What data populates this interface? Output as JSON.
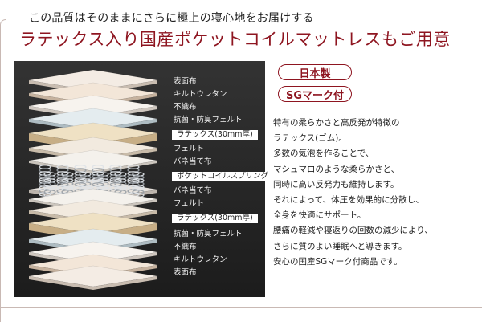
{
  "tagline": "この品質はそのままにさらに極上の寝心地をお届けする",
  "headline": "ラテックス入り国産ポケットコイルマットレスもご用意",
  "badges": [
    "日本製",
    "SGマーク付"
  ],
  "layers": [
    "表面布",
    "キルトウレタン",
    "不織布",
    "抗菌・防臭フェルト",
    "ラテックス(30mm厚)",
    "フェルト",
    "バネ当て布",
    "ポケットコイルスプリング",
    "バネ当て布",
    "フェルト",
    "ラテックス(30mm厚)",
    "抗菌・防臭フェルト",
    "不織布",
    "キルトウレタン",
    "表面布"
  ],
  "description": [
    "特有の柔らかさと高反発が特徴の",
    "ラテックス(ゴム)。",
    "多数の気泡を作ることで、",
    "マシュマロのような柔らかさと、",
    "同時に高い反発力も維持します。",
    "それによって、体圧を効果的に分散し、",
    "全身を快適にサポート。",
    "腰痛の軽減や寝返りの回数の減少により、",
    "さらに質のよい睡眠へと導きます。",
    "安心の国産SGマーク付商品です。"
  ],
  "colors": {
    "accent": "#8e1520",
    "panel": "#2a2a2a"
  }
}
